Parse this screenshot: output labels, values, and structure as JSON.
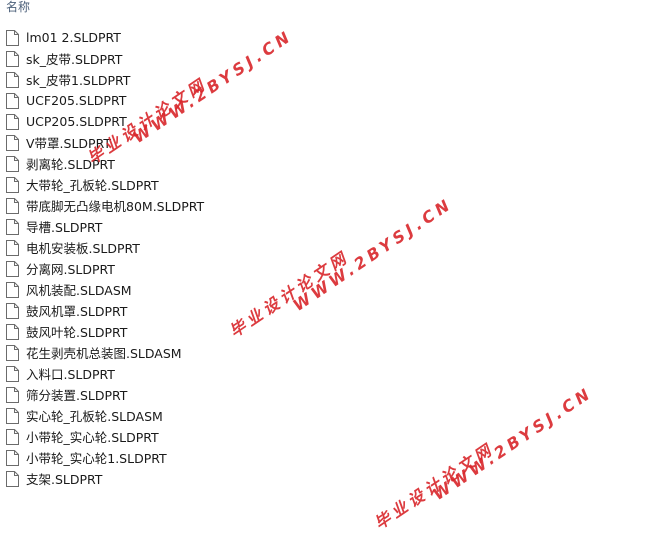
{
  "header": {
    "name_col": "名称"
  },
  "files": [
    "lm01 2.SLDPRT",
    "sk_皮带.SLDPRT",
    "sk_皮带1.SLDPRT",
    "UCF205.SLDPRT",
    "UCP205.SLDPRT",
    "V带罩.SLDPRT",
    "剥离轮.SLDPRT",
    "大带轮_孔板轮.SLDPRT",
    "带底脚无凸缘电机80M.SLDPRT",
    "导槽.SLDPRT",
    "电机安装板.SLDPRT",
    "分离网.SLDPRT",
    "风机装配.SLDASM",
    "鼓风机罩.SLDPRT",
    "鼓风叶轮.SLDPRT",
    "花生剥壳机总装图.SLDASM",
    "入料口.SLDPRT",
    "筛分装置.SLDPRT",
    "实心轮_孔板轮.SLDASM",
    "小带轮_实心轮.SLDPRT",
    "小带轮_实心轮1.SLDPRT",
    "支架.SLDPRT"
  ],
  "watermarks": [
    {
      "cn": "毕业设计论文网",
      "url": "WWW.2BYSJ.CN"
    },
    {
      "cn": "毕业设计论文网",
      "url": "WWW.2BYSJ.CN"
    },
    {
      "cn": "毕业设计论文网",
      "url": "WWW.2BYSJ.CN"
    }
  ]
}
